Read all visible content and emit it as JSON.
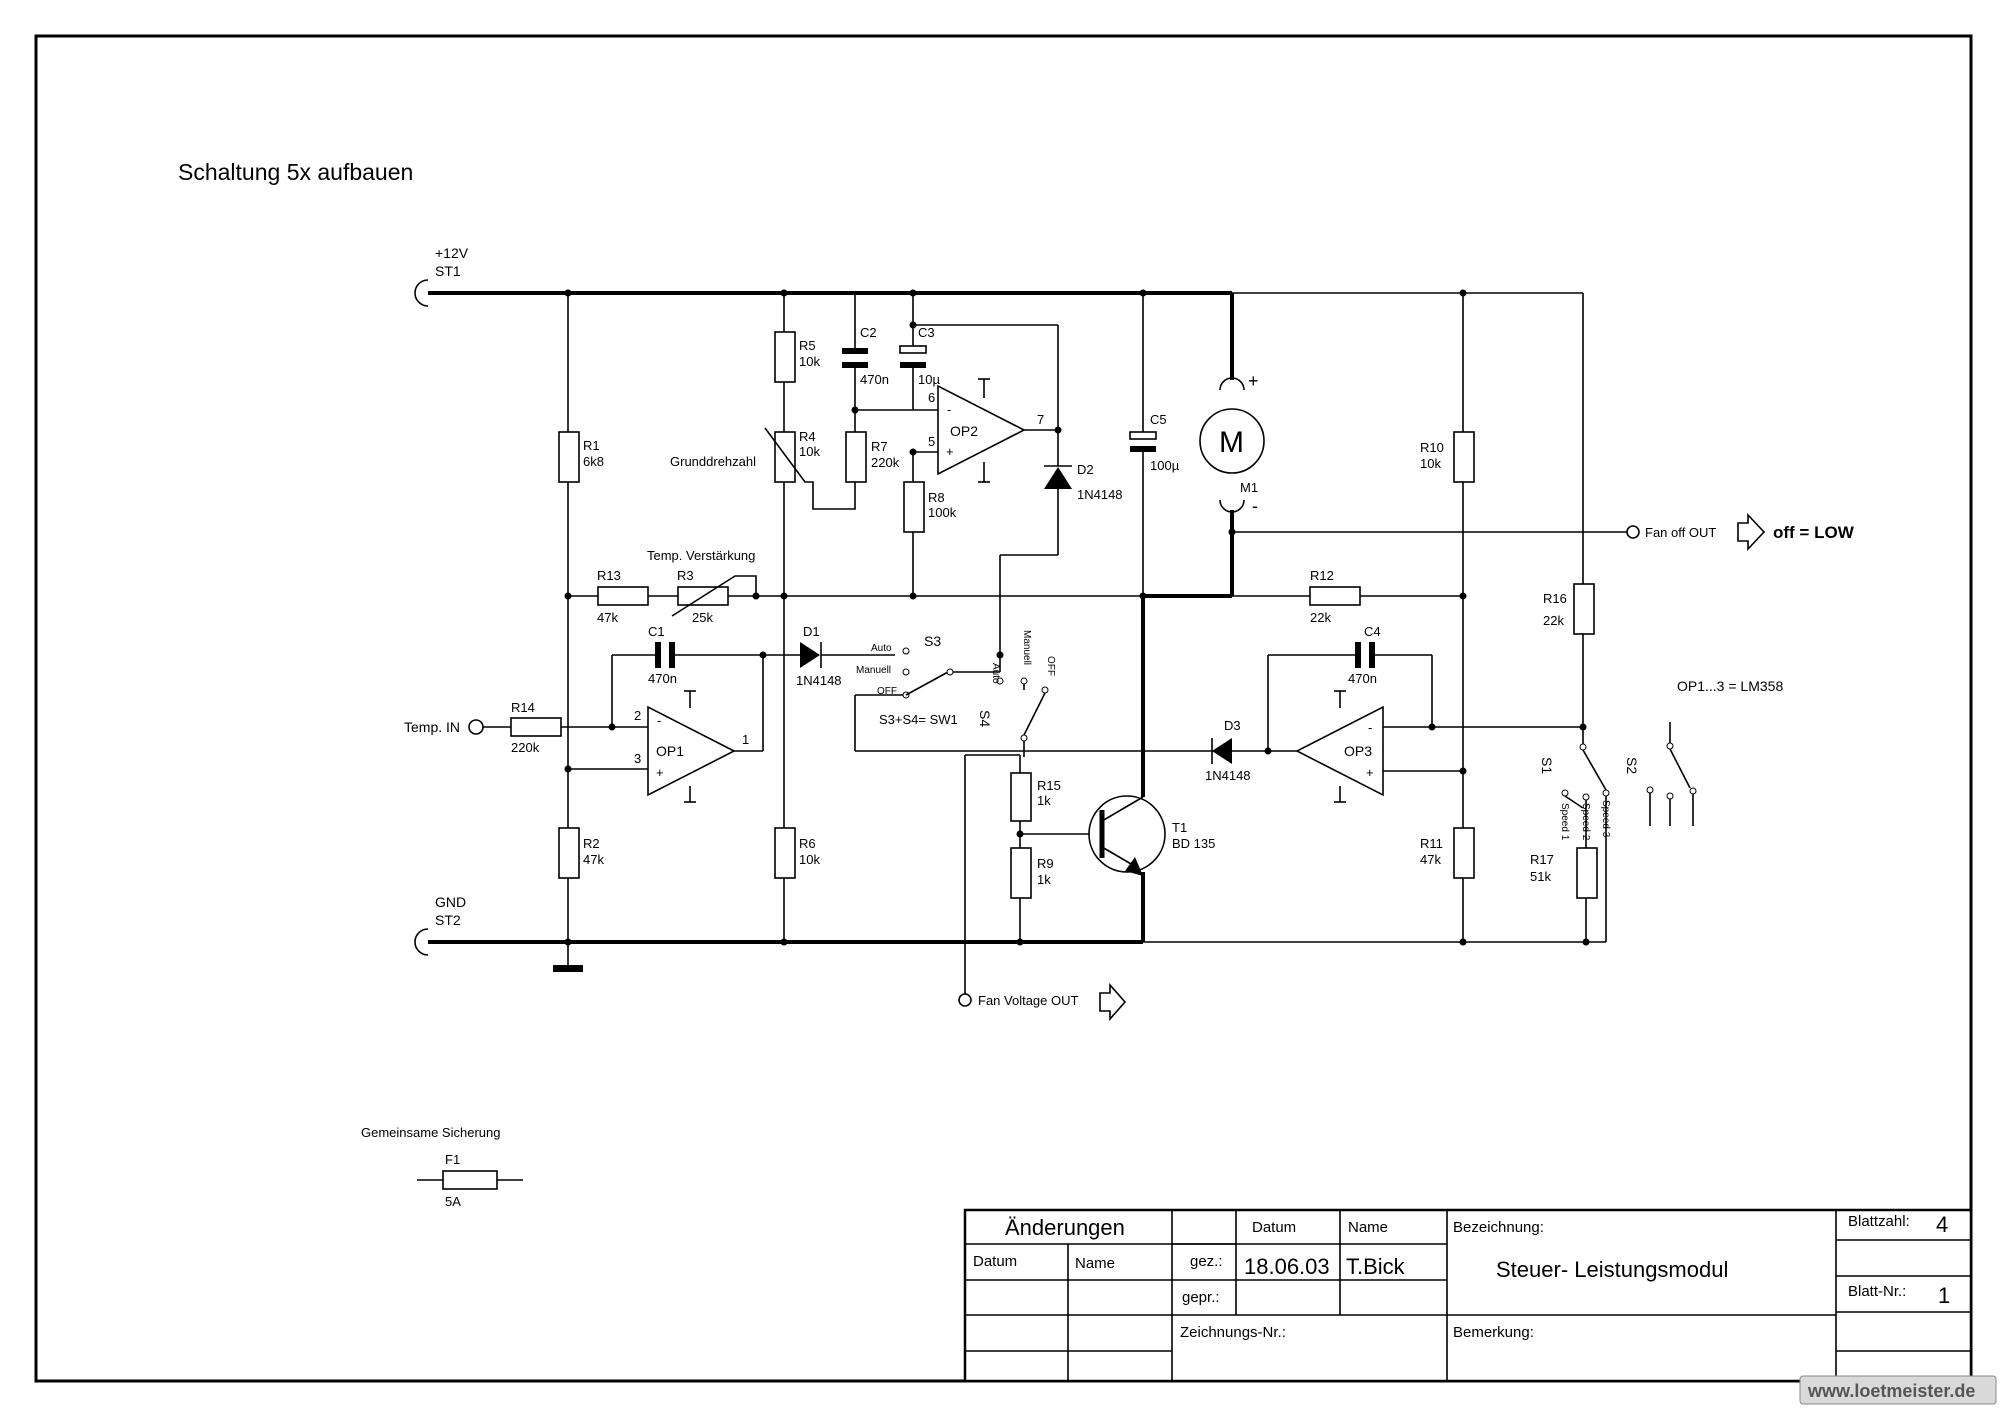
{
  "note": "Schaltung 5x aufbauen",
  "supply": {
    "pos_label": "+12V",
    "pos_connector": "ST1",
    "gnd_label": "GND",
    "gnd_connector": "ST2"
  },
  "components": {
    "R1": [
      "R1",
      "6k8"
    ],
    "R2": [
      "R2",
      "47k"
    ],
    "R3": [
      "R3",
      "25k"
    ],
    "R4": [
      "R4",
      "10k"
    ],
    "R5": [
      "R5",
      "10k"
    ],
    "R6": [
      "R6",
      "10k"
    ],
    "R7": [
      "R7",
      "220k"
    ],
    "R8": [
      "R8",
      "100k"
    ],
    "R9": [
      "R9",
      "1k"
    ],
    "R10": [
      "R10",
      "10k"
    ],
    "R11": [
      "R11",
      "47k"
    ],
    "R12": [
      "R12",
      "22k"
    ],
    "R13": [
      "R13",
      "47k"
    ],
    "R14": [
      "R14",
      "220k"
    ],
    "R15": [
      "R15",
      "1k"
    ],
    "R16": [
      "R16",
      "22k"
    ],
    "R17": [
      "R17",
      "51k"
    ],
    "C1": [
      "C1",
      "470n"
    ],
    "C2": [
      "C2",
      "470n"
    ],
    "C3": [
      "C3",
      "10µ"
    ],
    "C4": [
      "C4",
      "470n"
    ],
    "C5": [
      "C5",
      "100µ"
    ],
    "D1": [
      "D1",
      "1N4148"
    ],
    "D2": [
      "D2",
      "1N4148"
    ],
    "D3": [
      "D3",
      "1N4148"
    ],
    "T1": [
      "T1",
      "BD 135"
    ],
    "M1": "M1",
    "F1": [
      "F1",
      "5A"
    ]
  },
  "opamps": {
    "op1": "OP1",
    "op2": "OP2",
    "op3": "OP3",
    "note": "OP1...3 = LM358"
  },
  "pins": {
    "op1_inv": "2",
    "op1_noninv": "3",
    "op1_out": "1",
    "op2_inv": "6",
    "op2_noninv": "5",
    "op2_out": "7"
  },
  "labels": {
    "grunddrehzahl": "Grunddrehzahl",
    "temp_verstaerkung": "Temp. Verstärkung",
    "temp_in": "Temp. IN",
    "fan_off_out": "Fan off OUT",
    "off_low": "off = LOW",
    "fan_voltage_out": "Fan Voltage OUT",
    "s3": "S3",
    "s4": "S4",
    "s3s4": "S3+S4= SW1",
    "auto": "Auto",
    "manuell": "Manuell",
    "off": "OFF",
    "s1": "S1",
    "s2": "S2",
    "speed1": "Speed 1",
    "speed2": "Speed 2",
    "speed3": "Speed 3",
    "motor_symbol": "M",
    "fuse_title": "Gemeinsame Sicherung"
  },
  "title_block": {
    "aenderungen": "Änderungen",
    "datum": "Datum",
    "name": "Name",
    "gez": "gez.:",
    "gepr": "gepr.:",
    "gez_datum": "18.06.03",
    "gez_name": "T.Bick",
    "bezeichnung_label": "Bezeichnung:",
    "bezeichnung": "Steuer- Leistungsmodul",
    "zeichnungs_nr": "Zeichnungs-Nr.:",
    "bemerkung": "Bemerkung:",
    "blattzahl_label": "Blattzahl:",
    "blattzahl": "4",
    "blatt_nr_label": "Blatt-Nr.:",
    "blatt_nr": "1"
  },
  "watermark": "www.loetmeister.de"
}
